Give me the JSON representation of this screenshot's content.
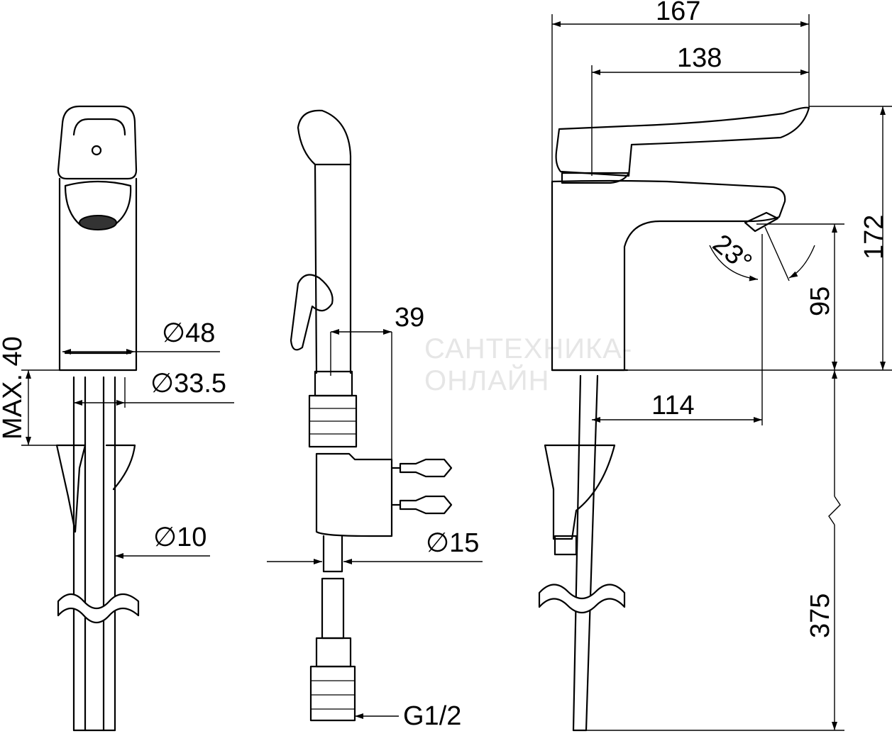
{
  "dimensions": {
    "front_view": {
      "diameter_body": "∅48",
      "diameter_base": "∅33.5",
      "max_thickness": "MAX. 40",
      "diameter_hose": "∅10"
    },
    "side_view": {
      "offset": "39",
      "diameter_pipe": "∅15",
      "thread": "G1/2"
    },
    "profile_view": {
      "overall_length": "167",
      "lever_length": "138",
      "overall_height": "172",
      "spout_height": "95",
      "spout_reach": "114",
      "hose_length": "375",
      "spray_angle": "23°"
    }
  },
  "watermark": {
    "line1": "САНТЕХНИКА-",
    "line2": "ОНЛАЙН"
  }
}
